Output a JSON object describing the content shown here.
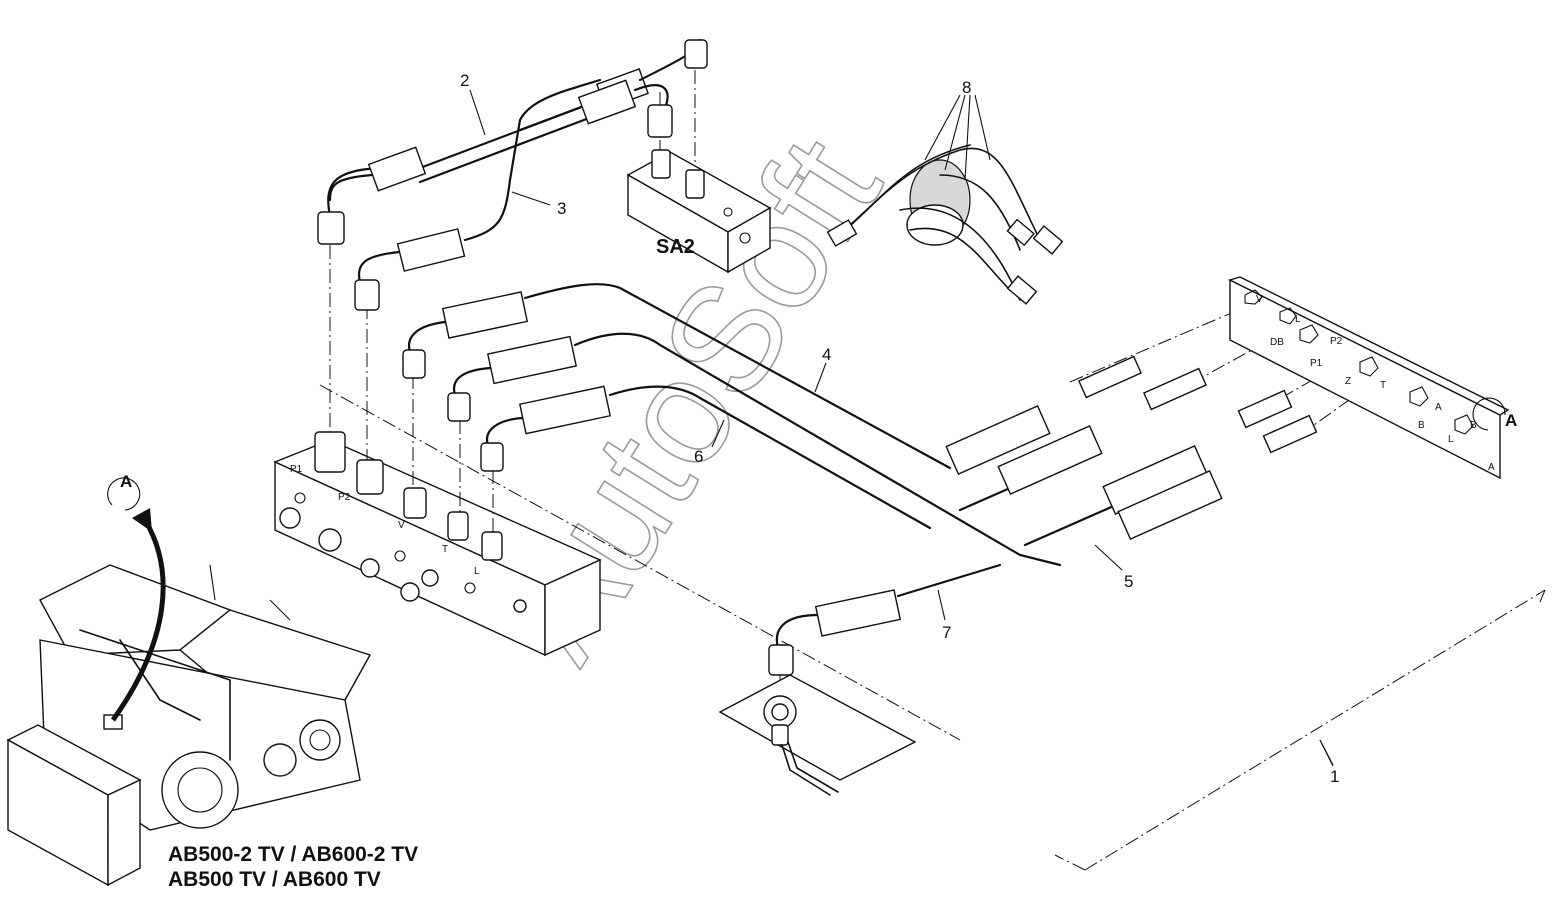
{
  "callouts": [
    "1",
    "2",
    "3",
    "4",
    "5",
    "6",
    "7",
    "8"
  ],
  "block_label": "SA2",
  "view_marker": "A",
  "manifold_ports": [
    "P1",
    "P2",
    "V",
    "T",
    "L"
  ],
  "panel_ports": [
    "V",
    "L",
    "DB",
    "P2",
    "P1",
    "Z",
    "T",
    "A",
    "B",
    "L",
    "B",
    "A"
  ],
  "models": [
    "AB500-2 TV / AB600-2 TV",
    "AB500 TV / AB600 TV"
  ],
  "watermark": "AutoSoft"
}
